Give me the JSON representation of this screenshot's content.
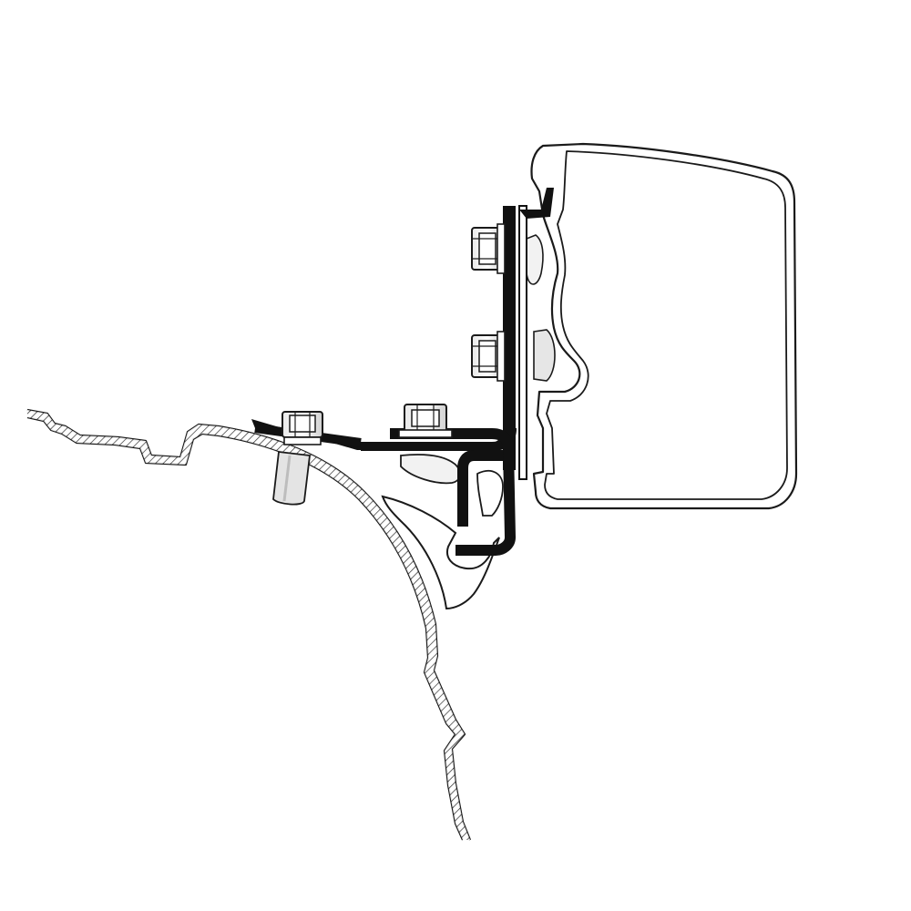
{
  "diagram": {
    "components": [
      {
        "id": "awning-cassette",
        "icon": "awning-cassette-icon"
      },
      {
        "id": "roof-profile",
        "icon": "vehicle-roof-profile-icon"
      },
      {
        "id": "mounting-bracket",
        "icon": "mounting-bracket-icon"
      },
      {
        "id": "hex-nut-upper",
        "icon": "hex-nut-icon"
      },
      {
        "id": "hex-nut-middle",
        "icon": "hex-nut-icon"
      },
      {
        "id": "hex-nut-bracket",
        "icon": "hex-nut-icon"
      },
      {
        "id": "hex-bolt-roof",
        "icon": "hex-bolt-icon"
      }
    ],
    "colors": {
      "line": "#1a1a1a",
      "bracket": "#111111",
      "background": "#ffffff",
      "metal-light": "#f2f2f2",
      "metal-mid": "#d9d9d9"
    }
  }
}
